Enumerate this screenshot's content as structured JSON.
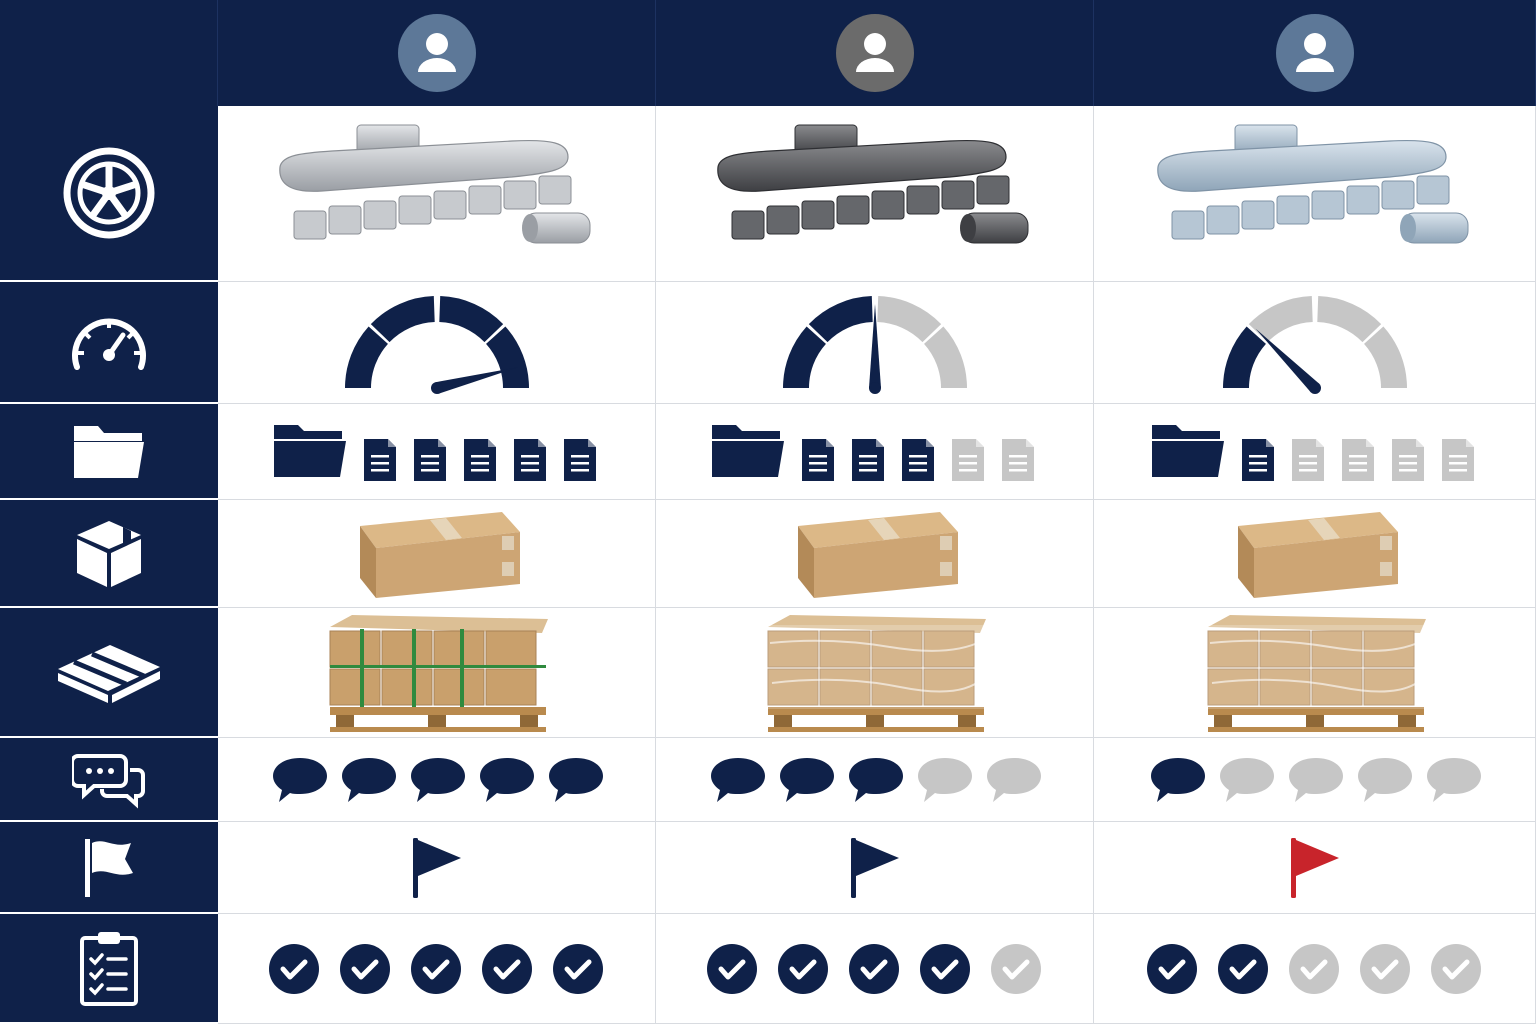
{
  "colors": {
    "navy": "#0f2149",
    "inactive": "#c6c6c6",
    "flag_alert": "#c8242b",
    "box_kraft": "#cda574",
    "pallet_wood": "#b98a4e"
  },
  "row_icons": [
    "tire-icon",
    "speedometer-icon",
    "folder-icon",
    "box-icon",
    "pallet-icon",
    "chat-icon",
    "flag-icon",
    "clipboard-checklist-icon"
  ],
  "columns": [
    {
      "avatar_color": "#5d7898",
      "weight_finish": "zinc-silver",
      "gauge_filled_segments": 4,
      "gauge_level": 0.92,
      "documents_filled": 5,
      "pallet_strapping": "green-banded",
      "chat_filled": 5,
      "flag_color": "#0f2149",
      "checks_filled": 5
    },
    {
      "avatar_color": "#6b6b6b",
      "weight_finish": "dark-coated",
      "gauge_filled_segments": 2,
      "gauge_level": 0.5,
      "documents_filled": 3,
      "pallet_strapping": "shrink-wrapped",
      "chat_filled": 3,
      "flag_color": "#0f2149",
      "checks_filled": 4
    },
    {
      "avatar_color": "#5d7898",
      "weight_finish": "steel-blue",
      "gauge_filled_segments": 1,
      "gauge_level": 0.25,
      "documents_filled": 1,
      "pallet_strapping": "shrink-wrapped",
      "chat_filled": 1,
      "flag_color": "#c8242b",
      "checks_filled": 2
    }
  ],
  "totals": {
    "documents": 5,
    "chat": 5,
    "checks": 5,
    "gauge_segments": 4
  }
}
